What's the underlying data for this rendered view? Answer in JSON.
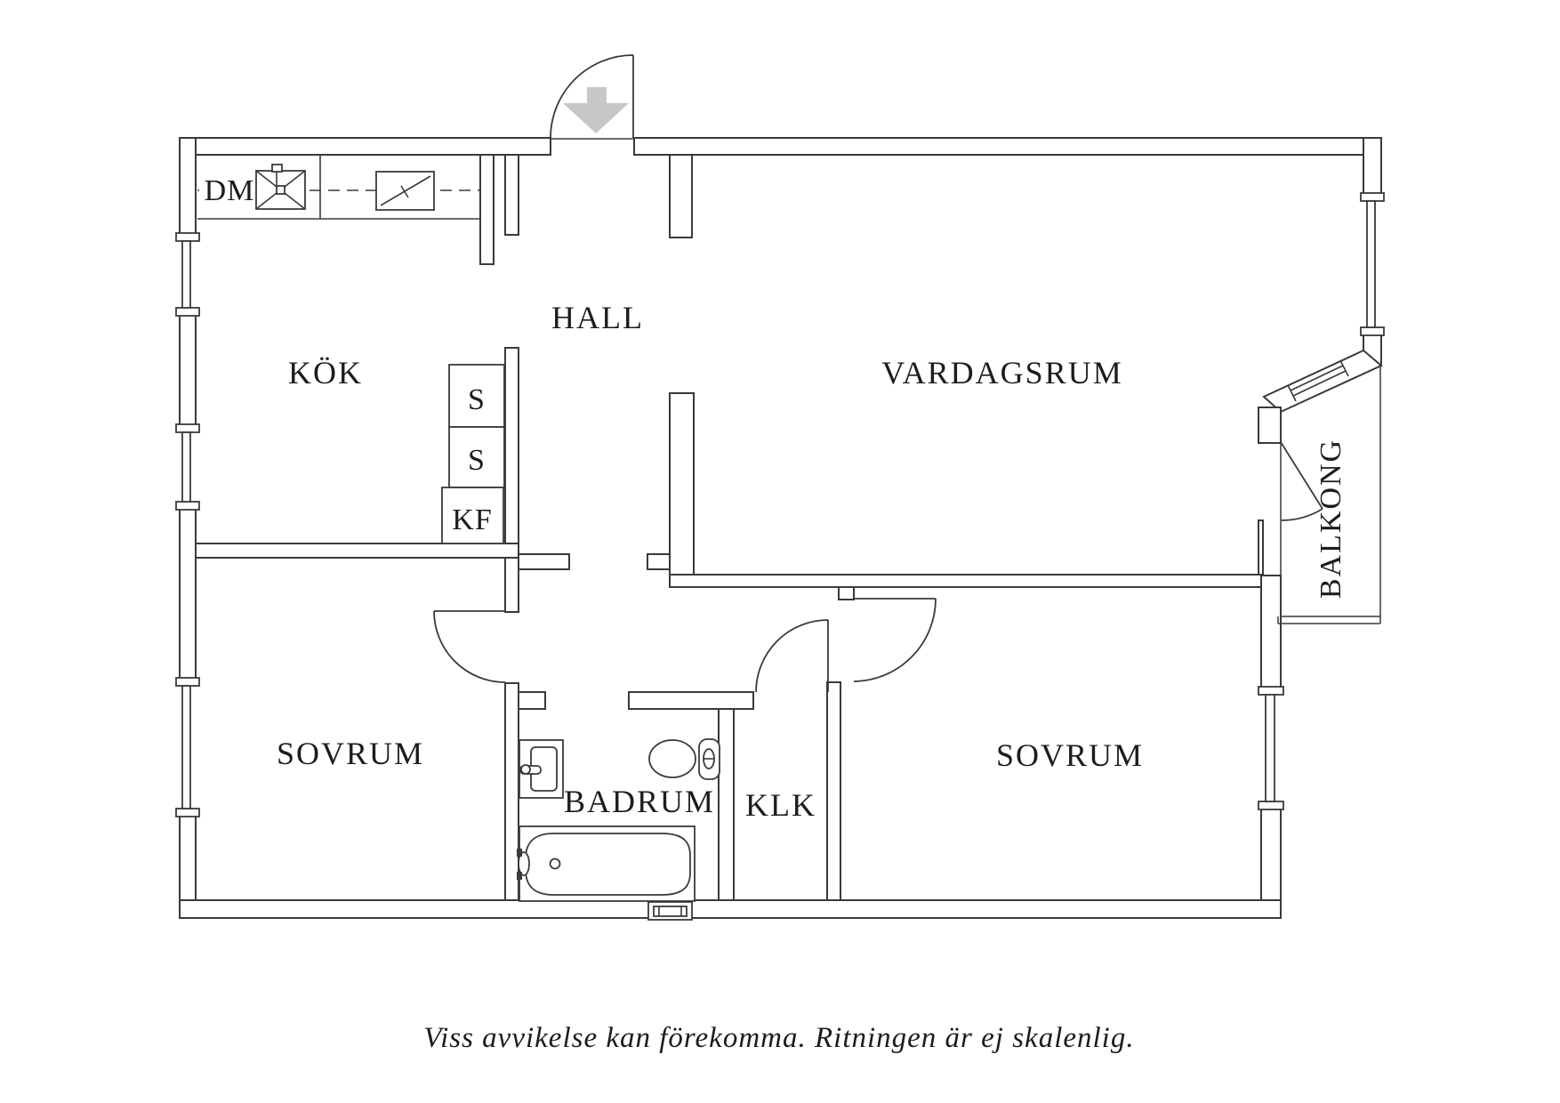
{
  "rooms": {
    "kok": {
      "label": "KÖK"
    },
    "hall": {
      "label": "HALL"
    },
    "vardagsrum": {
      "label": "VARDAGSRUM"
    },
    "sovrum_left": {
      "label": "SOVRUM"
    },
    "sovrum_right": {
      "label": "SOVRUM"
    },
    "badrum": {
      "label": "BADRUM"
    },
    "klk": {
      "label": "KLK"
    },
    "balkong": {
      "label": "BALKONG"
    }
  },
  "appliances": {
    "dishwasher": {
      "label": "DM"
    },
    "wardrobe_upper": {
      "label": "S"
    },
    "wardrobe_lower": {
      "label": "S"
    },
    "fridge_freezer": {
      "label": "KF"
    }
  },
  "icons": {
    "entrance_arrow": "down-arrow",
    "kitchen_sink": "basin-with-cross",
    "stove": "diagonal-slash-square",
    "washbasin": "basin",
    "toilet": "wc",
    "bathtub": "tub",
    "vent_hatch": "hatch",
    "windows": "double-line-window"
  },
  "footer": {
    "disclaimer": "Viss avvikelse kan förekomma. Ritningen är ej skalenlig."
  },
  "colors": {
    "wall": "#3a3a3a",
    "text": "#1c1c1c",
    "arrow": "#c6c8c6",
    "background": "#ffffff"
  }
}
